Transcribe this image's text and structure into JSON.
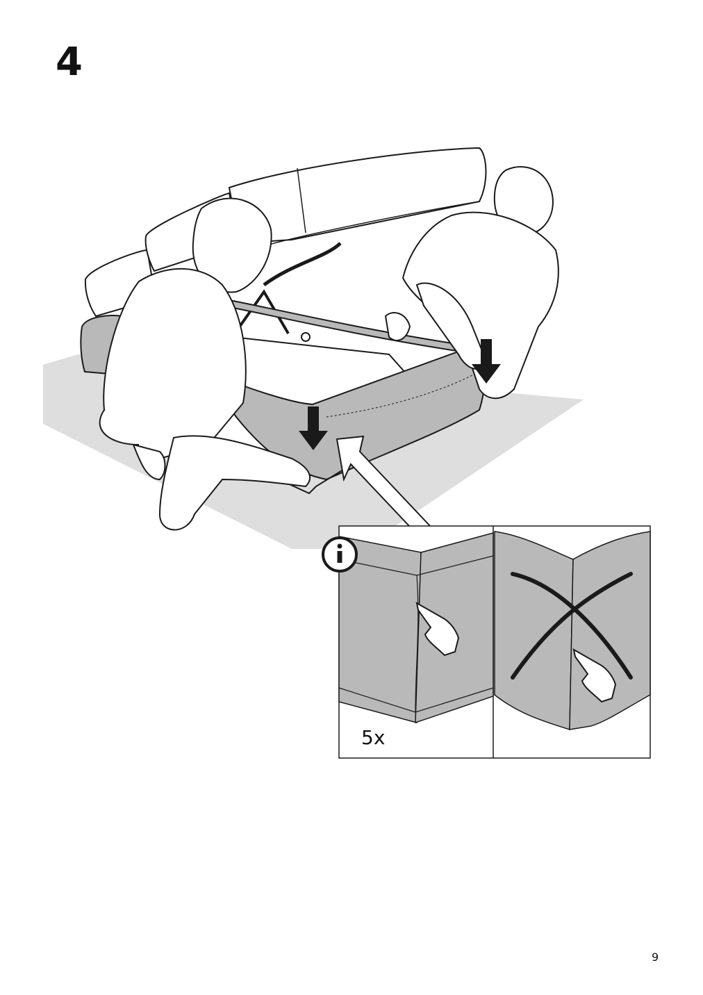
{
  "step": {
    "number": "4"
  },
  "detail": {
    "left_panel_count": "5x",
    "info_icon": "info-icon",
    "correct_label": "",
    "incorrect_mark": "cross-out"
  },
  "footer": {
    "page_number": "9"
  },
  "colors": {
    "fabric": "#b9b9b9",
    "floor": "#dedede",
    "line": "#1a1a1a",
    "arrow": "#1a1a1a"
  }
}
